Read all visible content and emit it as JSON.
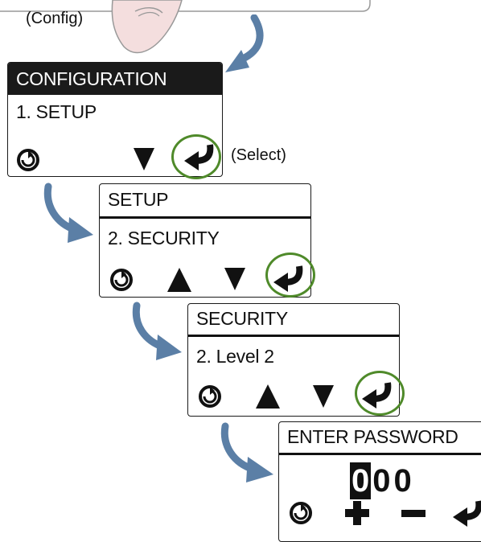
{
  "labels": {
    "config": "(Config)",
    "select": "(Select)"
  },
  "screens": {
    "configuration": {
      "title": "CONFIGURATION",
      "item": "1. SETUP"
    },
    "setup": {
      "title": "SETUP",
      "item": "2. SECURITY"
    },
    "security": {
      "title": "SECURITY",
      "item": "2. Level 2"
    },
    "password": {
      "title": "ENTER PASSWORD",
      "digits": [
        "0",
        "0",
        "0"
      ],
      "selected_digit": 0
    }
  },
  "icons": {
    "back": "back-circle-icon",
    "up": "triangle-up-icon",
    "down": "triangle-down-icon",
    "enter": "enter-arrow-icon",
    "plus": "plus-icon",
    "minus": "minus-icon",
    "finger": "finger-press-icon",
    "flow_arrow": "curved-flow-arrow-icon"
  },
  "colors": {
    "flow_arrow": "#5b7fa6",
    "highlight_ring": "#4f8a2a",
    "screen_ink": "#1a1a1a"
  }
}
